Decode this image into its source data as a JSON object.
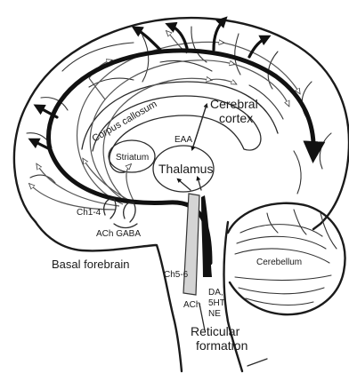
{
  "labels": {
    "cerebral_cortex_line1": "Cerebral",
    "cerebral_cortex_line2": "cortex",
    "corpus_callosum": "Corpus callosum",
    "eaa": "EAA",
    "striatum": "Striatum",
    "thalamus": "Thalamus",
    "ch14": "Ch1-4",
    "ach_gaba": "ACh GABA",
    "basal_forebrain": "Basal forebrain",
    "ch56": "Ch5-6",
    "ach": "ACh",
    "da": "DA,",
    "ht5": "5HT,",
    "ne": "NE",
    "cerebellum": "Cerebellum",
    "reticular_line1": "Reticular",
    "reticular_line2": "formation"
  },
  "colors": {
    "ink": "#1b1b1b",
    "tract": "#111111",
    "hollow_arrow": "#555555",
    "cholinergic_fill": "#d4d4d4",
    "monoamine_fill": "#111111",
    "background": "#ffffff"
  }
}
